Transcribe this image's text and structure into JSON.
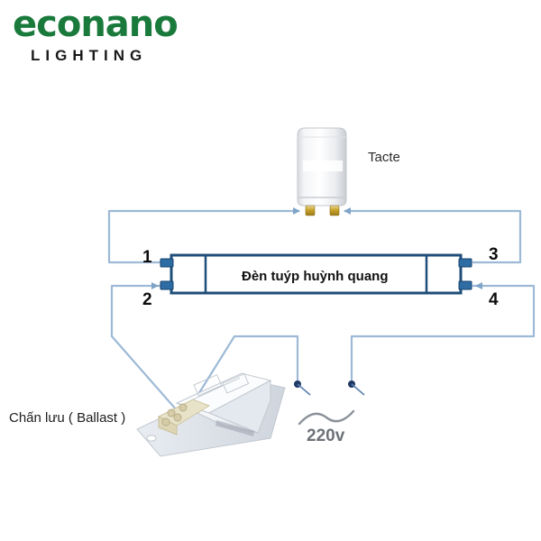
{
  "brand": {
    "name": "econano",
    "tagline": "LIGHTING",
    "green": "#1a7a3c",
    "dark": "#1a1a1a"
  },
  "diagram": {
    "title_tube": "Đèn tuýp huỳnh quang",
    "label_starter": "Tacte",
    "label_ballast": "Chấn lưu ( Ballast )",
    "label_voltage": "220v",
    "terminals": [
      {
        "id": "1",
        "label": "1"
      },
      {
        "id": "2",
        "label": "2"
      },
      {
        "id": "3",
        "label": "3"
      },
      {
        "id": "4",
        "label": "4"
      }
    ],
    "colors": {
      "wire": "#9db9d6",
      "tube_outline": "#1f4e79",
      "pin": "#2e6da4",
      "node": "#1f3864",
      "wave": "#8b9199",
      "starter_body": "#f2f2f2",
      "starter_pin": "#c9a227",
      "ballast_body": "#eef1f5"
    }
  }
}
